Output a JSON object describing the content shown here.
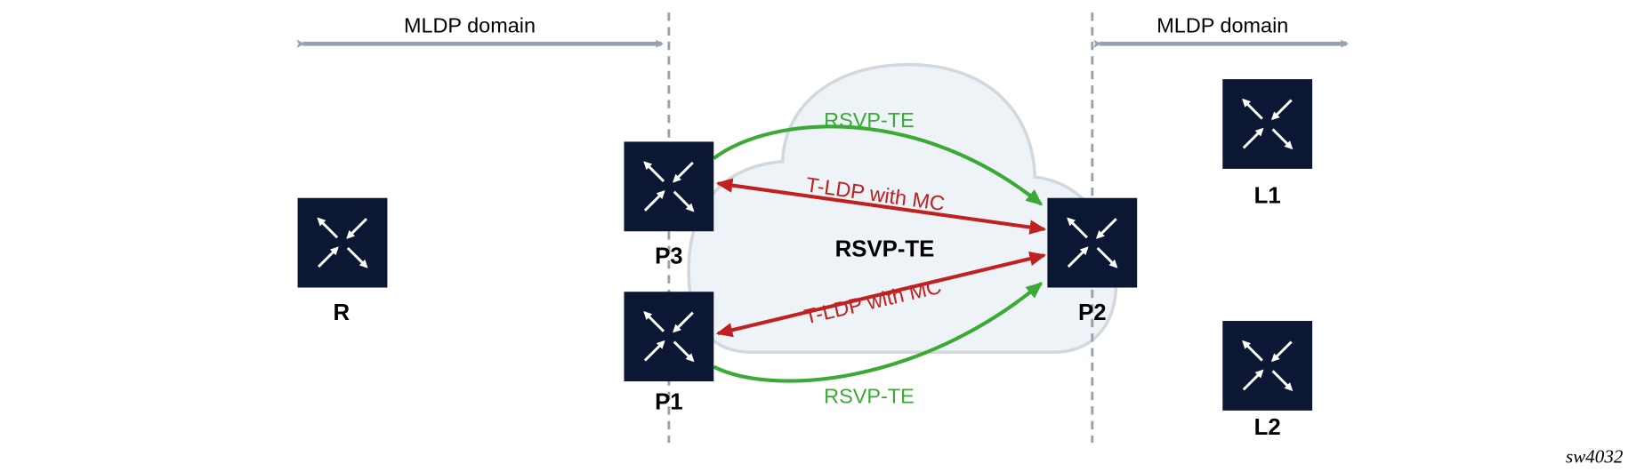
{
  "domains": {
    "left_label": "MLDP domain",
    "right_label": "MLDP domain"
  },
  "cloud_label": "RSVP-TE",
  "nodes": {
    "R": "R",
    "P3": "P3",
    "P1": "P1",
    "P2": "P2",
    "L1": "L1",
    "L2": "L2"
  },
  "links": {
    "rsvp_top": "RSVP-TE",
    "rsvp_bottom": "RSVP-TE",
    "tldp_top": "T-LDP with MC",
    "tldp_bottom": "T-LDP with MC"
  },
  "figure_id": "sw4032",
  "colors": {
    "router": "#0c1733",
    "rsvp": "#3aaa35",
    "tldp": "#c0201f",
    "domain_arrow": "#98a2ae",
    "cloud_fill": "#eef3f8",
    "cloud_stroke": "#d3d8dd"
  }
}
